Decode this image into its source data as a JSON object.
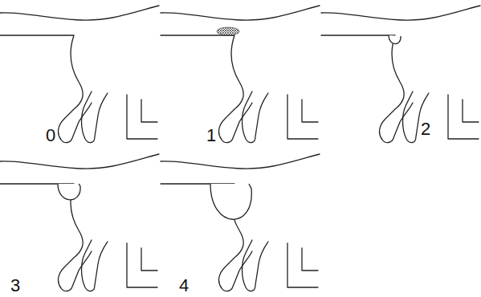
{
  "diagram": {
    "labels": [
      "0",
      "1",
      "2",
      "3",
      "4"
    ]
  }
}
